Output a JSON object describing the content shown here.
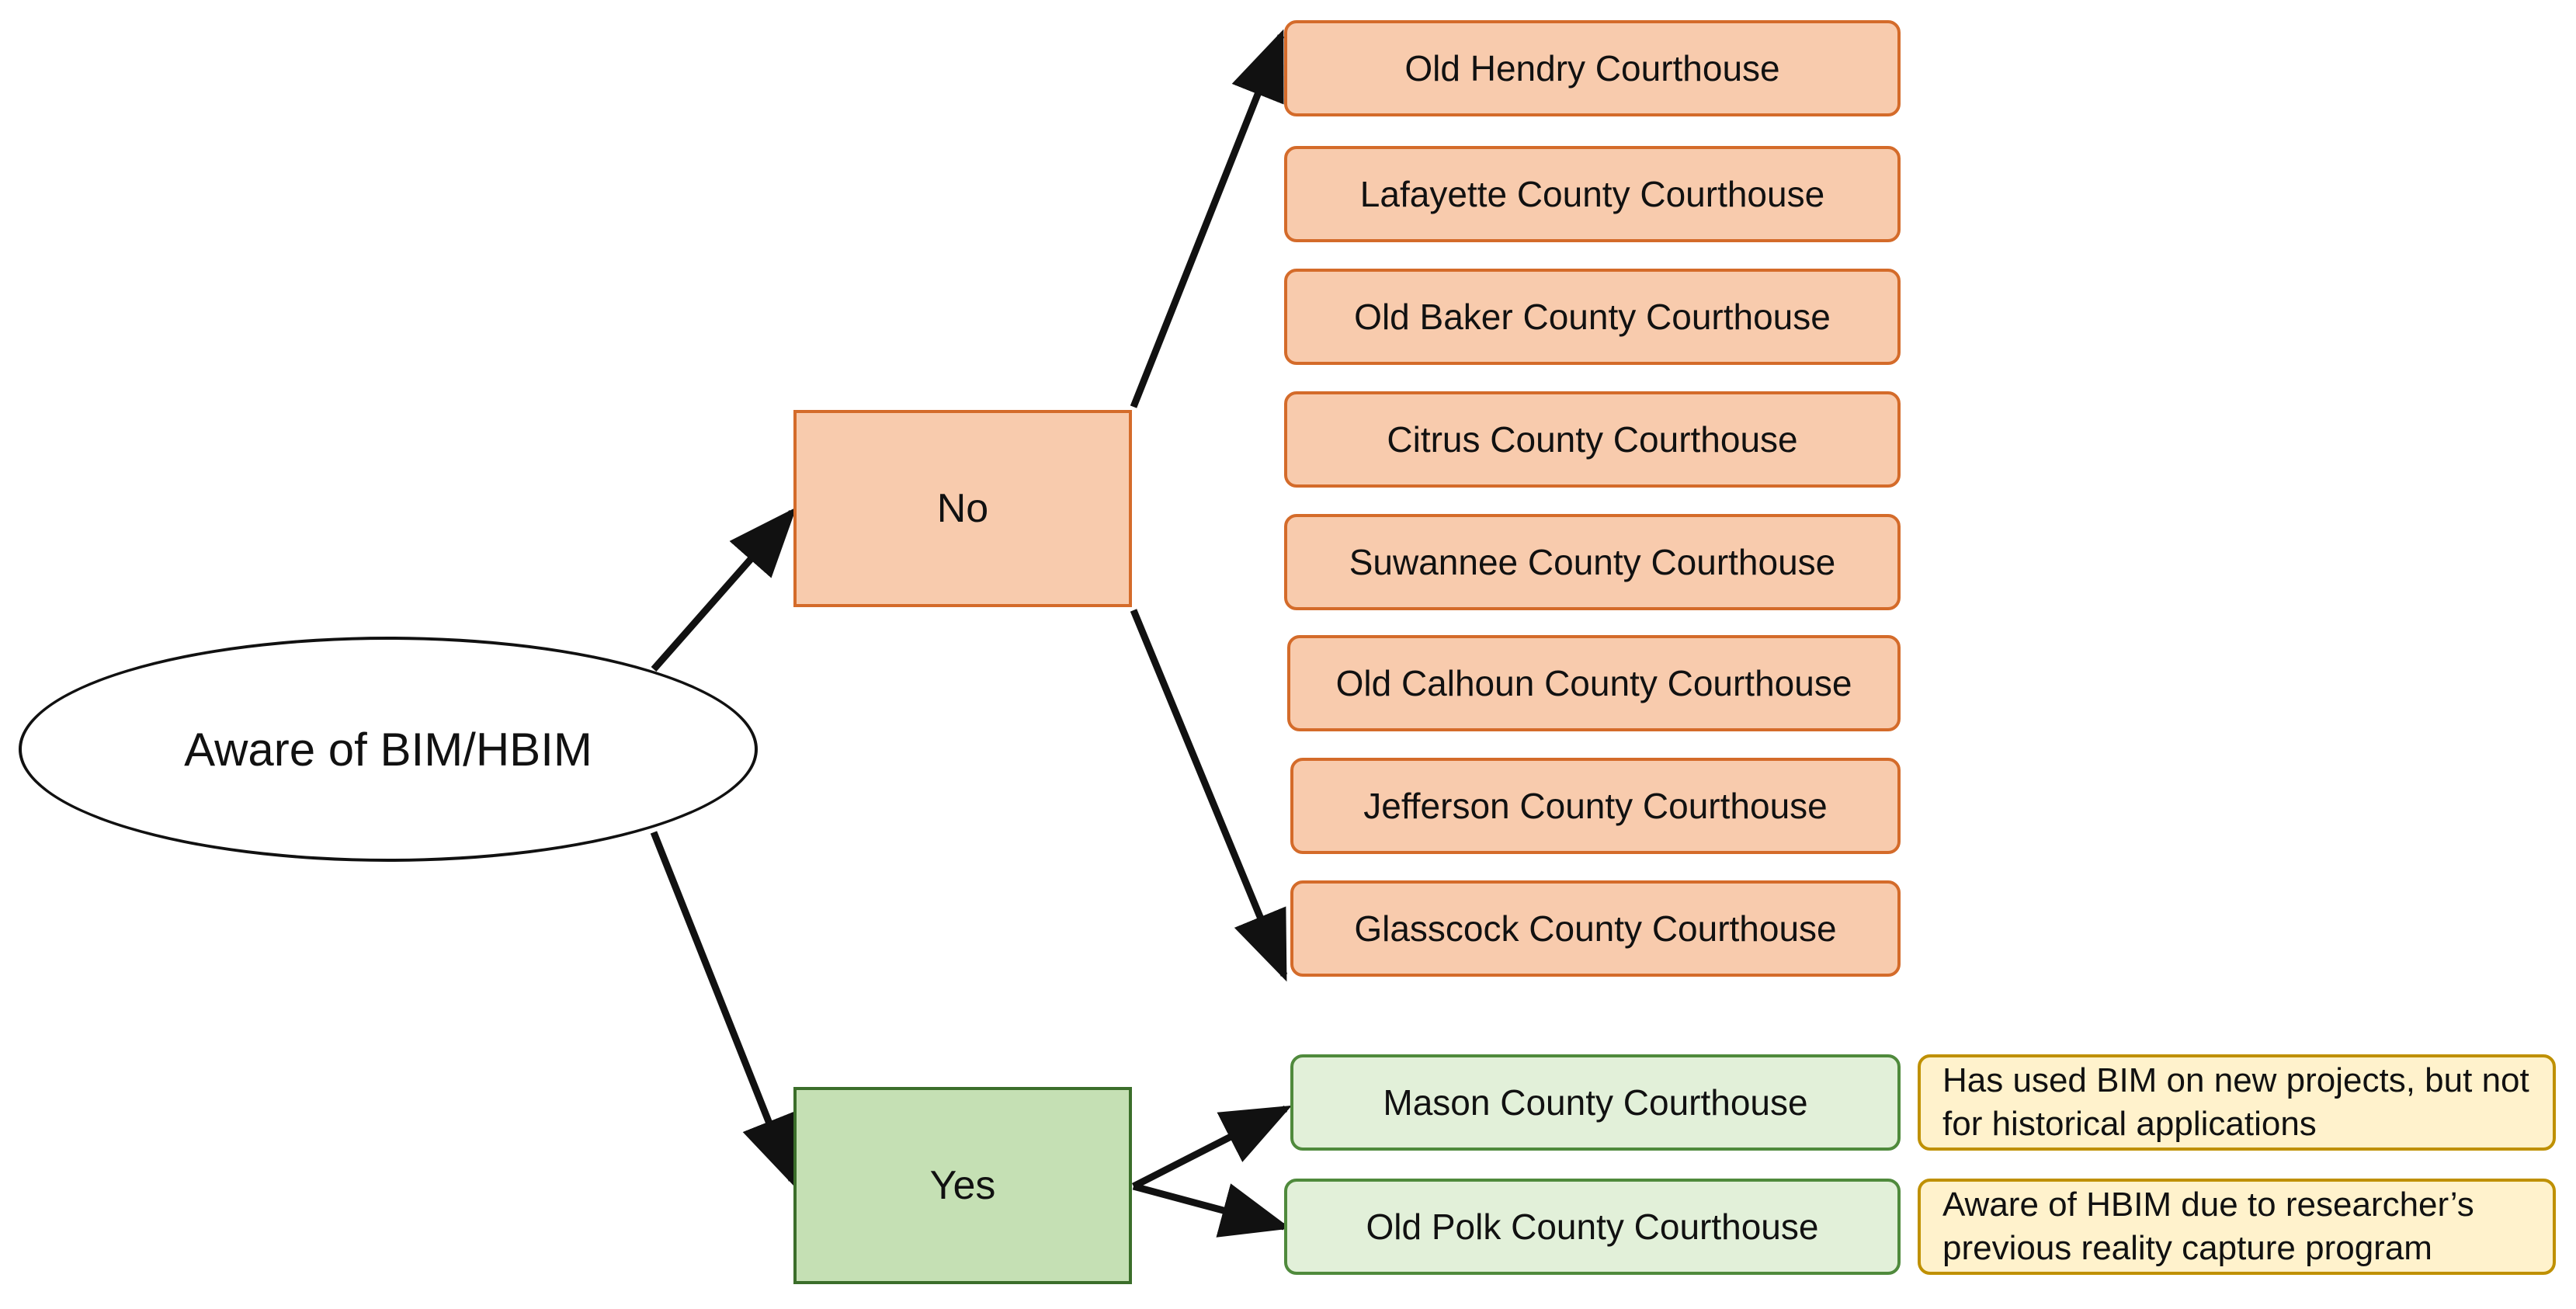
{
  "root": {
    "label": "Aware of BIM/HBIM"
  },
  "branches": {
    "no": {
      "label": "No"
    },
    "yes": {
      "label": "Yes"
    }
  },
  "no_courthouses": [
    "Old Hendry Courthouse",
    "Lafayette County Courthouse",
    "Old Baker County Courthouse",
    "Citrus County Courthouse",
    "Suwannee County Courthouse",
    "Old Calhoun County Courthouse",
    "Jefferson County Courthouse",
    "Glasscock County Courthouse"
  ],
  "yes_courthouses": [
    {
      "name": "Mason County Courthouse",
      "note": "Has used BIM on new projects, but not for historical applications"
    },
    {
      "name": "Old Polk County Courthouse",
      "note": "Aware of HBIM due to researcher’s previous reality capture program"
    }
  ],
  "colors": {
    "no_fill": "#f8cbad",
    "no_border": "#d46b2a",
    "yes_fill": "#c5e0b4",
    "yes_leaf_fill": "#e2f0d9",
    "yes_border": "#4f8a3c",
    "note_fill": "#fff2cc",
    "note_border": "#bf9000",
    "arrow": "#111111"
  }
}
